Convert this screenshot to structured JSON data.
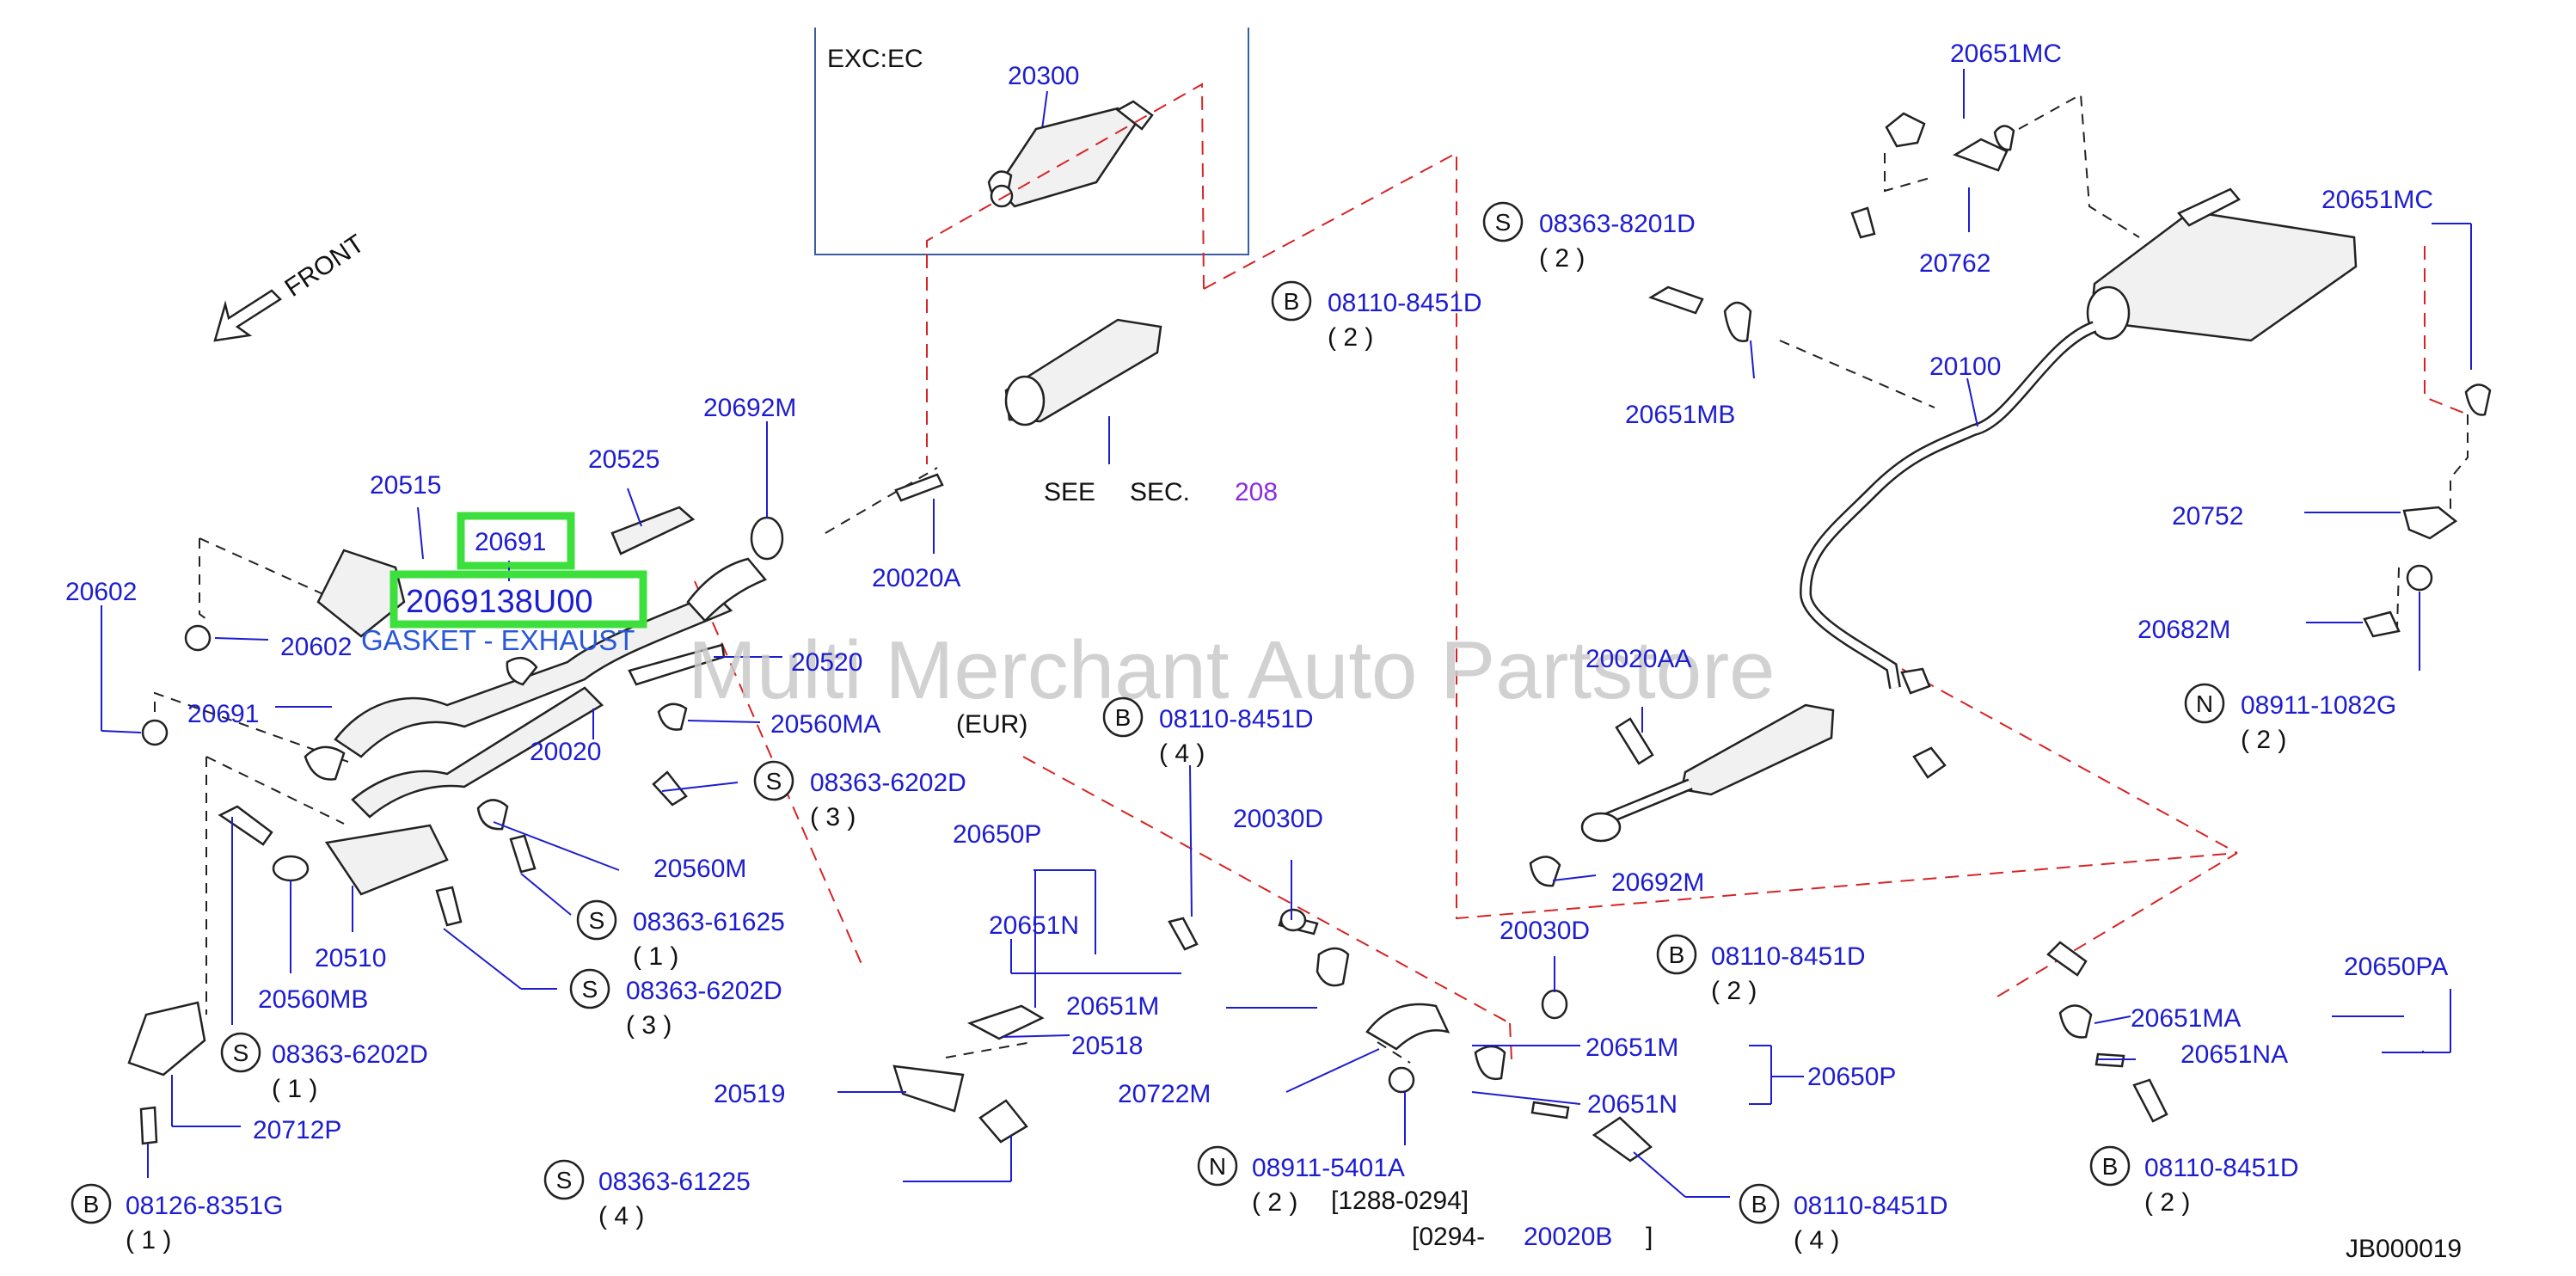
{
  "diagram": {
    "sheet_code": "JB000019",
    "watermark": "Multi Merchant Auto Partstore",
    "front_label": "FRONT",
    "exc_label": "EXC:EC",
    "see_sec": {
      "see": "SEE",
      "sec": "SEC.",
      "num": "208"
    },
    "eur_label": "(EUR)",
    "date_range_1": "[1288-0294]",
    "date_range_2_open": "[0294-",
    "date_range_2_close": "]",
    "selected": {
      "code": "20691",
      "part_number": "2069138U00",
      "name": "GASKET - EXHAUST"
    },
    "labels": {
      "p20300": "20300",
      "p20651mc_top": "20651MC",
      "p20762": "20762",
      "p20651mc_right": "20651MC",
      "p20651mb": "20651MB",
      "p20100": "20100",
      "p20752": "20752",
      "p20682m": "20682M",
      "p20692m_top": "20692M",
      "p20525": "20525",
      "p20515": "20515",
      "p20602_left": "20602",
      "p20602_mid": "20602",
      "p20691_left": "20691",
      "p20020a": "20020A",
      "p20520": "20520",
      "p20560ma": "20560MA",
      "p20020": "20020",
      "p20020aa": "20020AA",
      "p20560m": "20560M",
      "p20510": "20510",
      "p20560mb": "20560MB",
      "p20650p_top": "20650P",
      "p20030d_a": "20030D",
      "p20651n_a": "20651N",
      "p20651m_a": "20651M",
      "p20518": "20518",
      "p20519": "20519",
      "p20722m": "20722M",
      "p20712p": "20712P",
      "p20692m_bot": "20692M",
      "p20030d_b": "20030D",
      "p20651m_b": "20651M",
      "p20651n_b": "20651N",
      "p20650p_bot": "20650P",
      "p20650pa": "20650PA",
      "p20651ma": "20651MA",
      "p20651na": "20651NA",
      "p20020b": "20020B"
    },
    "callouts": {
      "c1": {
        "letter": "S",
        "code": "08363-8201D",
        "qty": "( 2 )"
      },
      "c2": {
        "letter": "B",
        "code": "08110-8451D",
        "qty": "( 2 )"
      },
      "c3": {
        "letter": "N",
        "code": "08911-1082G",
        "qty": "( 2 )"
      },
      "c4": {
        "letter": "B",
        "code": "08110-8451D",
        "qty": "( 4 )"
      },
      "c5": {
        "letter": "S",
        "code": "08363-6202D",
        "qty": "( 3 )"
      },
      "c6": {
        "letter": "S",
        "code": "08363-61625",
        "qty": "( 1 )"
      },
      "c7": {
        "letter": "S",
        "code": "08363-6202D",
        "qty": "( 3 )"
      },
      "c8": {
        "letter": "S",
        "code": "08363-6202D",
        "qty": "( 1 )"
      },
      "c9": {
        "letter": "B",
        "code": "08126-8351G",
        "qty": "( 1 )"
      },
      "c10": {
        "letter": "S",
        "code": "08363-61225",
        "qty": "( 4 )"
      },
      "c11": {
        "letter": "N",
        "code": "08911-5401A",
        "qty": "( 2 )"
      },
      "c12": {
        "letter": "B",
        "code": "08110-8451D",
        "qty": "( 2 )"
      },
      "c13": {
        "letter": "B",
        "code": "08110-8451D",
        "qty": "( 4 )"
      },
      "c14": {
        "letter": "B",
        "code": "08110-8451D",
        "qty": "( 2 )"
      }
    }
  }
}
